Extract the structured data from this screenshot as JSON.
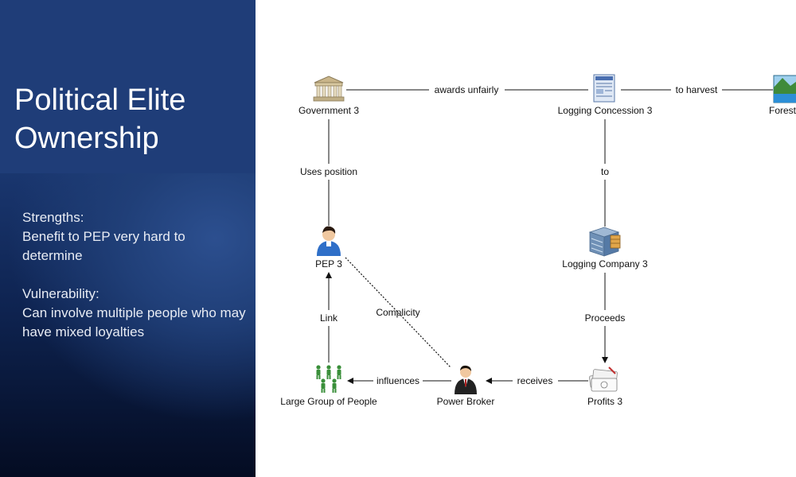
{
  "slide": {
    "title_line1": "Political Elite",
    "title_line2": "Ownership",
    "strengths_heading": "Strengths:",
    "strengths_text": "Benefit to PEP very hard to determine",
    "vulnerability_heading": "Vulnerability:",
    "vulnerability_text": "Can involve multiple people who may have mixed loyalties"
  },
  "diagram": {
    "nodes": {
      "government": {
        "label": "Government 3",
        "icon": "government-building-icon"
      },
      "concession": {
        "label": "Logging Concession 3",
        "icon": "document-icon"
      },
      "forest": {
        "label": "Forest",
        "icon": "forest-landscape-icon"
      },
      "pep": {
        "label": "PEP 3",
        "icon": "person-icon"
      },
      "logging_company": {
        "label": "Logging Company 3",
        "icon": "company-building-icon"
      },
      "group": {
        "label": "Large Group of People",
        "icon": "people-group-icon"
      },
      "broker": {
        "label": "Power Broker",
        "icon": "businessman-icon"
      },
      "profits": {
        "label": "Profits 3",
        "icon": "money-icon"
      }
    },
    "edges": {
      "awards_unfairly": "awards unfairly",
      "to_harvest": "to harvest",
      "uses_position": "Uses position",
      "to": "to",
      "link": "Link",
      "complicity": "Complicity",
      "proceeds": "Proceeds",
      "influences": "influences",
      "receives": "receives"
    }
  },
  "colors": {
    "slide_dark": "#0e2350",
    "title_box": "#1f3d78",
    "line": "#111111",
    "people_green": "#3a8f3a"
  }
}
